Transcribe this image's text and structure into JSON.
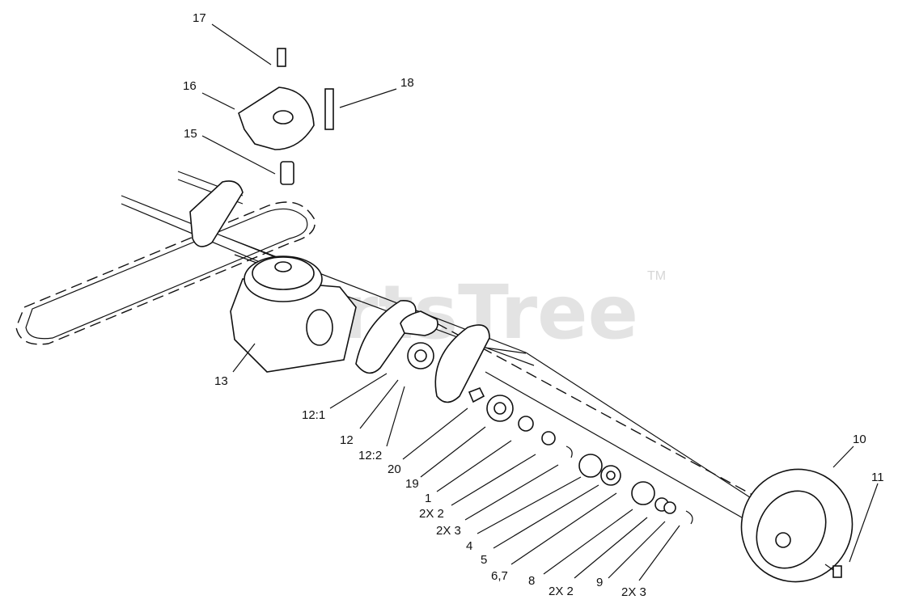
{
  "watermark": {
    "brand": "PartsTree",
    "trademark": "TM"
  },
  "callouts": [
    {
      "id": "17",
      "text": "17"
    },
    {
      "id": "16",
      "text": "16"
    },
    {
      "id": "18",
      "text": "18"
    },
    {
      "id": "15",
      "text": "15"
    },
    {
      "id": "13",
      "text": "13"
    },
    {
      "id": "12_1",
      "text": "12:1"
    },
    {
      "id": "12",
      "text": "12"
    },
    {
      "id": "12_2",
      "text": "12:2"
    },
    {
      "id": "20",
      "text": "20"
    },
    {
      "id": "19",
      "text": "19"
    },
    {
      "id": "1",
      "text": "1"
    },
    {
      "id": "2x2a",
      "text": "2X 2"
    },
    {
      "id": "2x3a",
      "text": "2X 3"
    },
    {
      "id": "4",
      "text": "4"
    },
    {
      "id": "5",
      "text": "5"
    },
    {
      "id": "6_7",
      "text": "6,7"
    },
    {
      "id": "8",
      "text": "8"
    },
    {
      "id": "2x2b",
      "text": "2X 2"
    },
    {
      "id": "9",
      "text": "9"
    },
    {
      "id": "2x3b",
      "text": "2X 3"
    },
    {
      "id": "10",
      "text": "10"
    },
    {
      "id": "11",
      "text": "11"
    }
  ]
}
